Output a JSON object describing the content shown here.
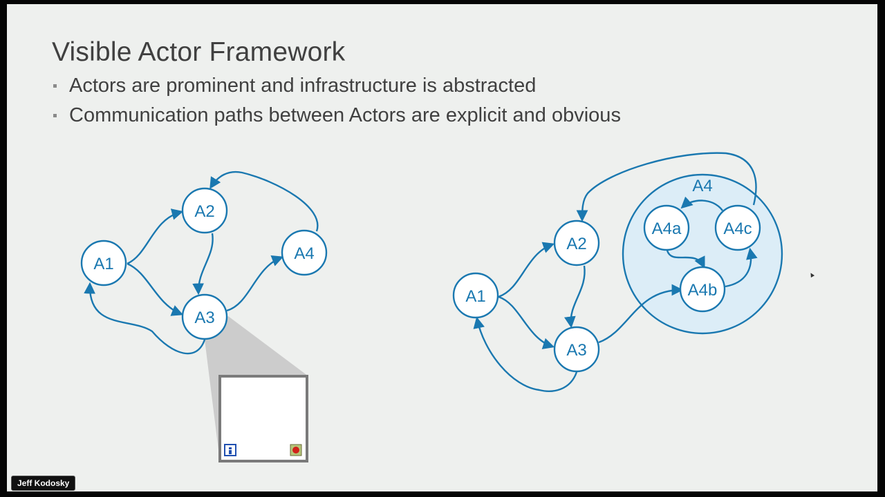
{
  "slide": {
    "title": "Visible Actor Framework",
    "bullets": [
      "Actors are prominent and infrastructure is abstracted",
      "Communication paths between Actors are explicit and obvious"
    ]
  },
  "diagram_left": {
    "nodes": [
      "A1",
      "A2",
      "A3",
      "A4"
    ]
  },
  "diagram_right": {
    "nodes": [
      "A1",
      "A2",
      "A3",
      "A4a",
      "A4b",
      "A4c"
    ],
    "group_label": "A4"
  },
  "speaker": {
    "name": "Jeff Kodosky"
  },
  "colors": {
    "accent": "#1a78b0",
    "node_fill": "#ffffff",
    "group_fill": "#dcedf7",
    "text": "#404040"
  }
}
